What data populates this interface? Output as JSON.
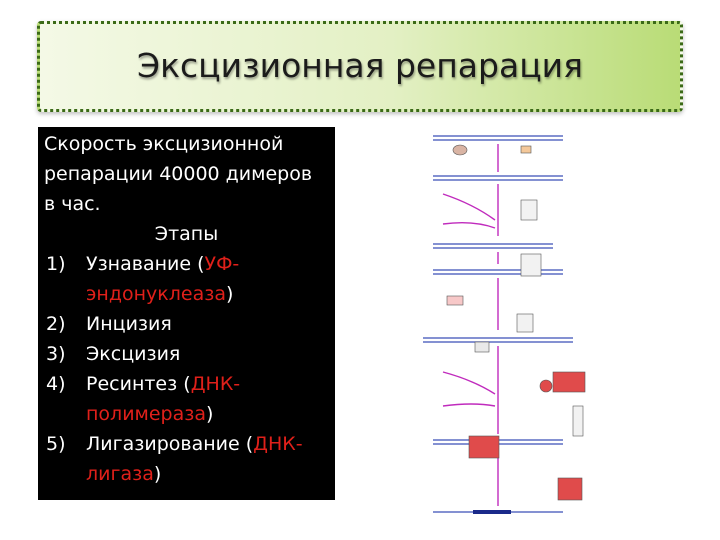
{
  "title": "Эксцизионная репарация",
  "intro": "Скорость эксцизионной репарации 40000 димеров в час.",
  "stages_heading": "Этапы",
  "steps": [
    {
      "num": "1)",
      "text": "Узнавание (",
      "enzyme": "УФ-эндонуклеаза",
      "close": ")"
    },
    {
      "num": "2)",
      "text": "Инцизия",
      "enzyme": "",
      "close": ""
    },
    {
      "num": "3)",
      "text": "Эксцизия",
      "enzyme": "",
      "close": ""
    },
    {
      "num": "4)",
      "text": "Ресинтез (",
      "enzyme": "ДНК-полимераза",
      "close": ")"
    },
    {
      "num": "5)",
      "text": "Лигазирование (",
      "enzyme": "ДНК-лигаза",
      "close": ")"
    }
  ],
  "colors": {
    "accent_red": "#e0201a",
    "banner_green": "#b9dc76",
    "dna_blue": "#3a4fb8",
    "arrow_magenta": "#c02bbd"
  }
}
